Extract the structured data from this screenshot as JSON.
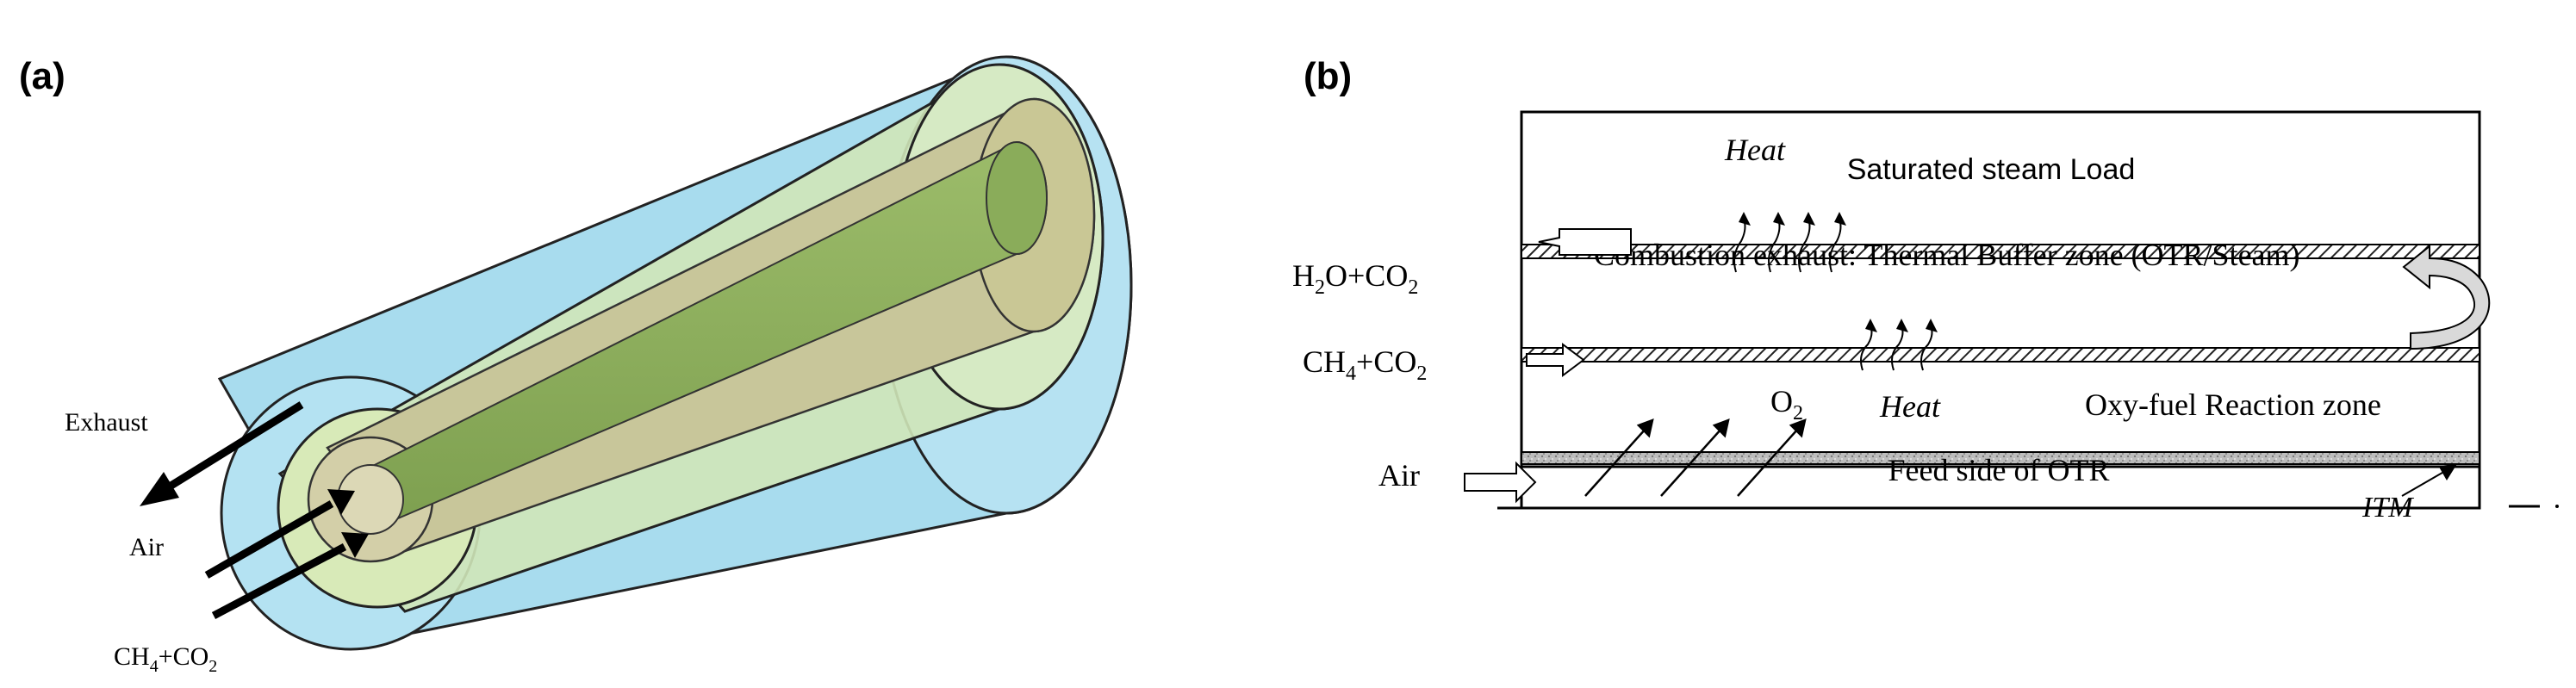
{
  "panel_a": {
    "label": "(a)",
    "exhaust_label": "Exhaust",
    "air_label": "Air",
    "feed_label_main": "CH",
    "feed_sub1": "4",
    "feed_mid": "+CO",
    "feed_sub2": "2",
    "colors": {
      "outer_shell": "#a8dcee",
      "middle_shell": "#cfe6b8",
      "inner_tube": "#c8c69a",
      "core": "#86a85a"
    }
  },
  "panel_b": {
    "label": "(b)",
    "top_zone": "Saturated steam Load",
    "buffer_zone": "Combustion exhaust: Thermal Buffer zone (OTR/Steam)",
    "reaction_zone": "Oxy-fuel Reaction zone",
    "feed_zone": "Feed side of OTR",
    "heat_top": "Heat",
    "heat_mid": "Heat",
    "itm_label": "ITM",
    "o2_main": "O",
    "o2_sub": "2",
    "out_main": "H",
    "out_sub1": "2",
    "out_mid": "O+CO",
    "out_sub2": "2",
    "in_main": "CH",
    "in_sub1": "4",
    "in_mid": "+CO",
    "in_sub2": "2",
    "air_label": "Air"
  }
}
